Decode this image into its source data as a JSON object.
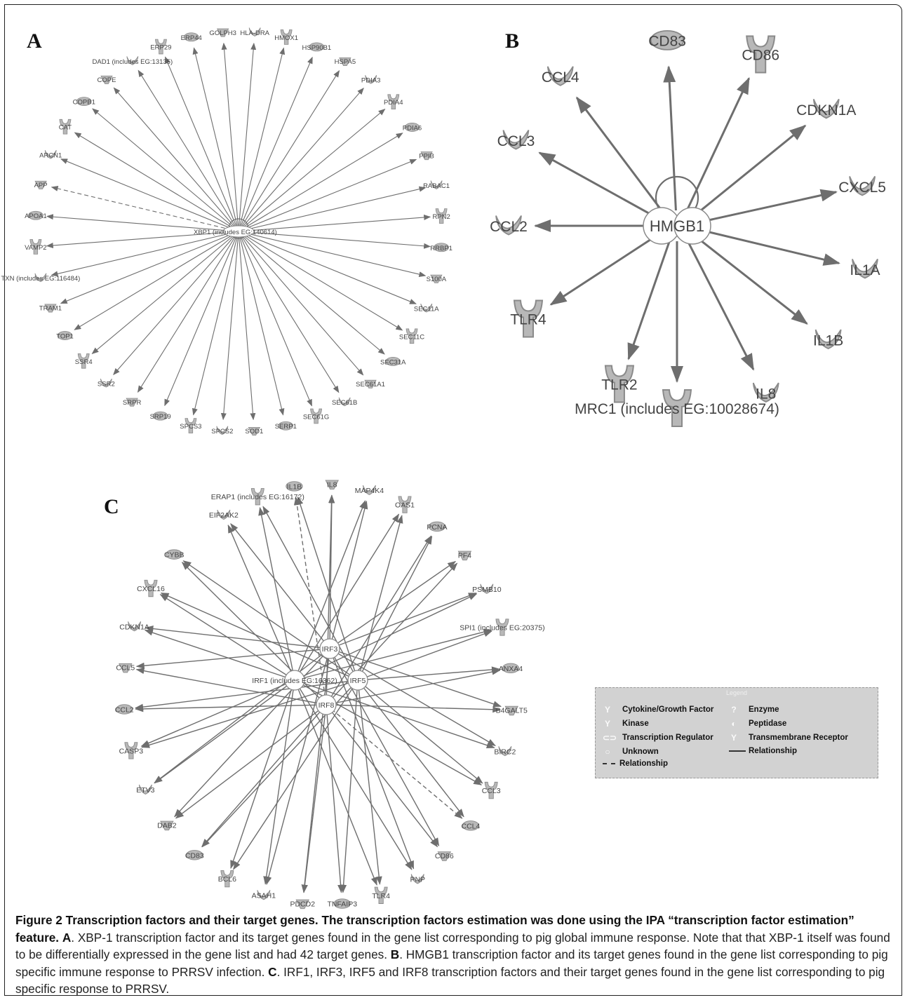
{
  "figure": {
    "caption_label": "Figure 2",
    "caption_title": "Transcription factors and their target genes. The transcription factors estimation was done using the IPA “transcription factor estimation” feature.",
    "caption_a_label": "A",
    "caption_a_text": ". XBP-1 transcription factor and its target genes found in the gene list corresponding to pig global immune response. Note that that XBP-1 itself was found to be differentially expressed in the gene list and had 42 target genes.",
    "caption_b_label": "B",
    "caption_b_text": ". HMGB1 transcription factor and its target genes found in the gene list corresponding to pig specific immune response to PRRSV infection.",
    "caption_c_label": "C",
    "caption_c_text": ". IRF1, IRF3, IRF5 and IRF8 transcription factors and their target genes found in the gene list corresponding to pig specific response to PRRSV."
  },
  "panel_a": {
    "label": "A",
    "hub": "XBP1 (includes EG:140614)",
    "targets": [
      "HLA-DRA",
      "HMOX1",
      "HSP90B1",
      "HSPA5",
      "PDIA3",
      "PDIA4",
      "PDIA6",
      "PPIB",
      "RABAC1",
      "RPN2",
      "RRBP1",
      "S100A",
      "SEC11A",
      "SEC11C",
      "SEC31A",
      "SEC61A1",
      "SEC61B",
      "SEC61G",
      "SERP1",
      "SOD1",
      "SPCS2",
      "SPCS3",
      "SRP19",
      "SRPR",
      "SSR2",
      "SSR4",
      "TOP1",
      "TRAM1",
      "TXN (includes EG:116484)",
      "VAMP2",
      "APOA1",
      "APP",
      "ARCN1",
      "CAT",
      "COPB1",
      "COPE",
      "DAD1 (includes EG:13135)",
      "ERP29",
      "ERP44",
      "GOLPH3"
    ],
    "dashed_targets": [
      "APP"
    ]
  },
  "panel_b": {
    "label": "B",
    "hub": "HMGB1",
    "targets": [
      "CD83",
      "CD86",
      "CDKN1A",
      "CXCL5",
      "IL1A",
      "IL1B",
      "IL8",
      "MRC1 (includes EG:10028674)",
      "TLR2",
      "TLR4",
      "CCL2",
      "CCL3",
      "CCL4"
    ]
  },
  "panel_c": {
    "label": "C",
    "hubs": [
      "IRF3",
      "IRF1 (includes EG:16362)",
      "IRF5",
      "IRF8"
    ],
    "targets": [
      "EIF2AK2",
      "ERAP1 (includes EG:16172)",
      "IL1B",
      "IL8",
      "MAP4K4",
      "OAS1",
      "PCNA",
      "PF4",
      "PSMB10",
      "SPI1 (includes EG:20375)",
      "ANXA4",
      "B4GALT5",
      "BIRC2",
      "CCL3",
      "CCL4",
      "CD86",
      "PNP",
      "TLR4",
      "TNFAIP3",
      "PDCD2",
      "ASAH1",
      "BCL6",
      "CD83",
      "DAB2",
      "ETV3",
      "CASP3",
      "CCL2",
      "CCL5",
      "CDKN1A",
      "CXCL16",
      "CYBB"
    ]
  },
  "legend": {
    "title": "Legend",
    "items": [
      {
        "label": "Cytokine/Growth Factor",
        "icon": "cytokine-icon"
      },
      {
        "label": "Enzyme",
        "icon": "enzyme-icon"
      },
      {
        "label": "Kinase",
        "icon": "kinase-icon"
      },
      {
        "label": "Peptidase",
        "icon": "peptidase-icon"
      },
      {
        "label": "Transcription Regulator",
        "icon": "transcription-regulator-icon"
      },
      {
        "label": "Transmembrane Receptor",
        "icon": "transmembrane-receptor-icon"
      },
      {
        "label": "Unknown",
        "icon": "unknown-icon"
      },
      {
        "label": "Relationship",
        "icon": "solid-line-icon"
      },
      {
        "label": "Relationship",
        "icon": "dashed-line-icon"
      }
    ]
  },
  "colors": {
    "node_fill": "#b8b8b8",
    "node_stroke": "#8a8a8a",
    "edge": "#6e6e6e"
  }
}
